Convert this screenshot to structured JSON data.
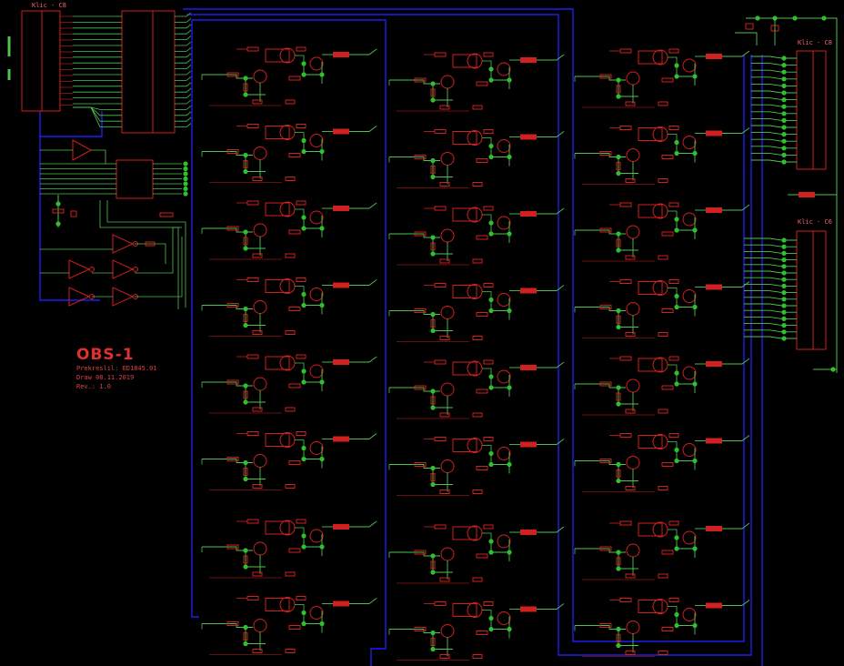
{
  "title_block": {
    "name": "OBS-1",
    "author_line": "Prekreslil: ED1845.01",
    "date_line": "Draw 08.11.2019",
    "rev_line": "Rev.: 1.0"
  },
  "connectors": {
    "left": "Klic - C8",
    "right_top": "Klic - C8",
    "right_bottom": "Klic - C6"
  },
  "colors": {
    "background": "#000000",
    "wire": "#4fc24f",
    "bus": "#1e1ef0",
    "component": "#d02020",
    "junction": "#2fbf2f",
    "text": "#e04040"
  },
  "stage_columns": 3,
  "stages_per_column": 8
}
